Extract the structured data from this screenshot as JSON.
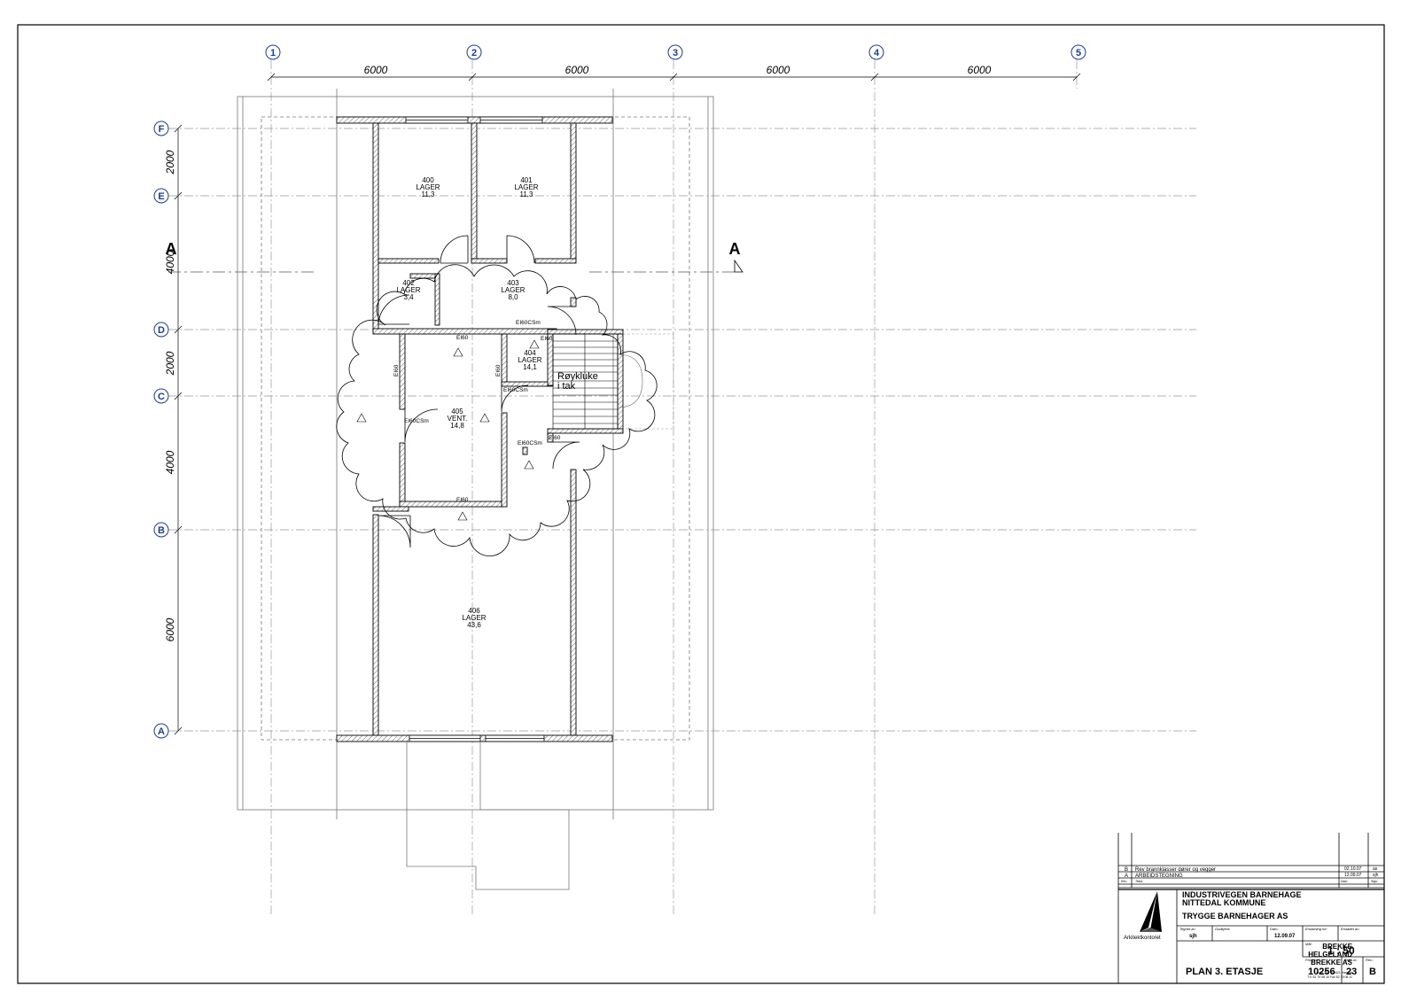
{
  "grid_columns": [
    {
      "label": "1"
    },
    {
      "label": "2"
    },
    {
      "label": "3"
    },
    {
      "label": "4"
    },
    {
      "label": "5"
    }
  ],
  "column_dimensions": [
    "6000",
    "6000",
    "6000",
    "6000"
  ],
  "grid_rows": [
    {
      "label": "F"
    },
    {
      "label": "E"
    },
    {
      "label": "D"
    },
    {
      "label": "C"
    },
    {
      "label": "B"
    },
    {
      "label": "A"
    }
  ],
  "row_dimensions": [
    "2000",
    "4000",
    "2000",
    "4000",
    "6000"
  ],
  "section_marker": "A",
  "rooms": [
    {
      "number": "400",
      "name": "LAGER",
      "area": "11,3"
    },
    {
      "number": "401",
      "name": "LAGER",
      "area": "11,3"
    },
    {
      "number": "402",
      "name": "LAGER",
      "area": "3,4"
    },
    {
      "number": "403",
      "name": "LAGER",
      "area": "8,0"
    },
    {
      "number": "404",
      "name": "LAGER",
      "area": "14,1"
    },
    {
      "number": "405",
      "name": "VENT.",
      "area": "14,8"
    },
    {
      "number": "406",
      "name": "LAGER",
      "area": "43,6"
    }
  ],
  "fire_labels": [
    "EI60",
    "EI60",
    "EI60",
    "EI60",
    "EI60",
    "EI60",
    "EI60CSm",
    "EI60CSm",
    "EI60CSm",
    "EI60CSm"
  ],
  "smoke_hatch": [
    "Røykluke",
    "i tak"
  ],
  "title_block": {
    "revisions": [
      {
        "rev": "B",
        "text": "Rev brannklasser dører og vegger",
        "date": "02.10.07",
        "sign": "as"
      },
      {
        "rev": "A",
        "text": "ARBEIDSTEGNING",
        "date": "12.09.07",
        "sign": "sjh"
      }
    ],
    "rev_headers": {
      "rev": "Rev.",
      "text": "Tekst",
      "date": "Dato",
      "sign": "Sign."
    },
    "project_lines": [
      "INDUSTRIVEGEN BARNEHAGE",
      "NITTEDAL KOMMUNE"
    ],
    "client": "TRYGGE BARNEHAGER AS",
    "office": {
      "small": "Arkitektkontoret",
      "lines": [
        "BREKKE",
        "HELGELAND",
        "BREKKE AS"
      ],
      "address": [
        "Boks 25 · N-9421 Harstad",
        "Tlf. 62 79 08 10 Fax 62 79 08 11"
      ]
    },
    "labels": {
      "drawn_by": "Tegnet av:",
      "approved": "Godkjent:",
      "date": "Dato:",
      "replaces": "Erstatning for:",
      "replaced_by": "Erstattet av:",
      "scale": "Mål:",
      "project_no": "Prosj.nr.:",
      "drawing_no": "Tegn.nr.:",
      "revision": "Rev.:"
    },
    "drawn_by": "sjh",
    "date": "12.09.07",
    "scale": "1 : 50",
    "drawing_title": "PLAN 3. ETASJE",
    "project_no": "10256",
    "drawing_no": "23",
    "revision": "B"
  }
}
